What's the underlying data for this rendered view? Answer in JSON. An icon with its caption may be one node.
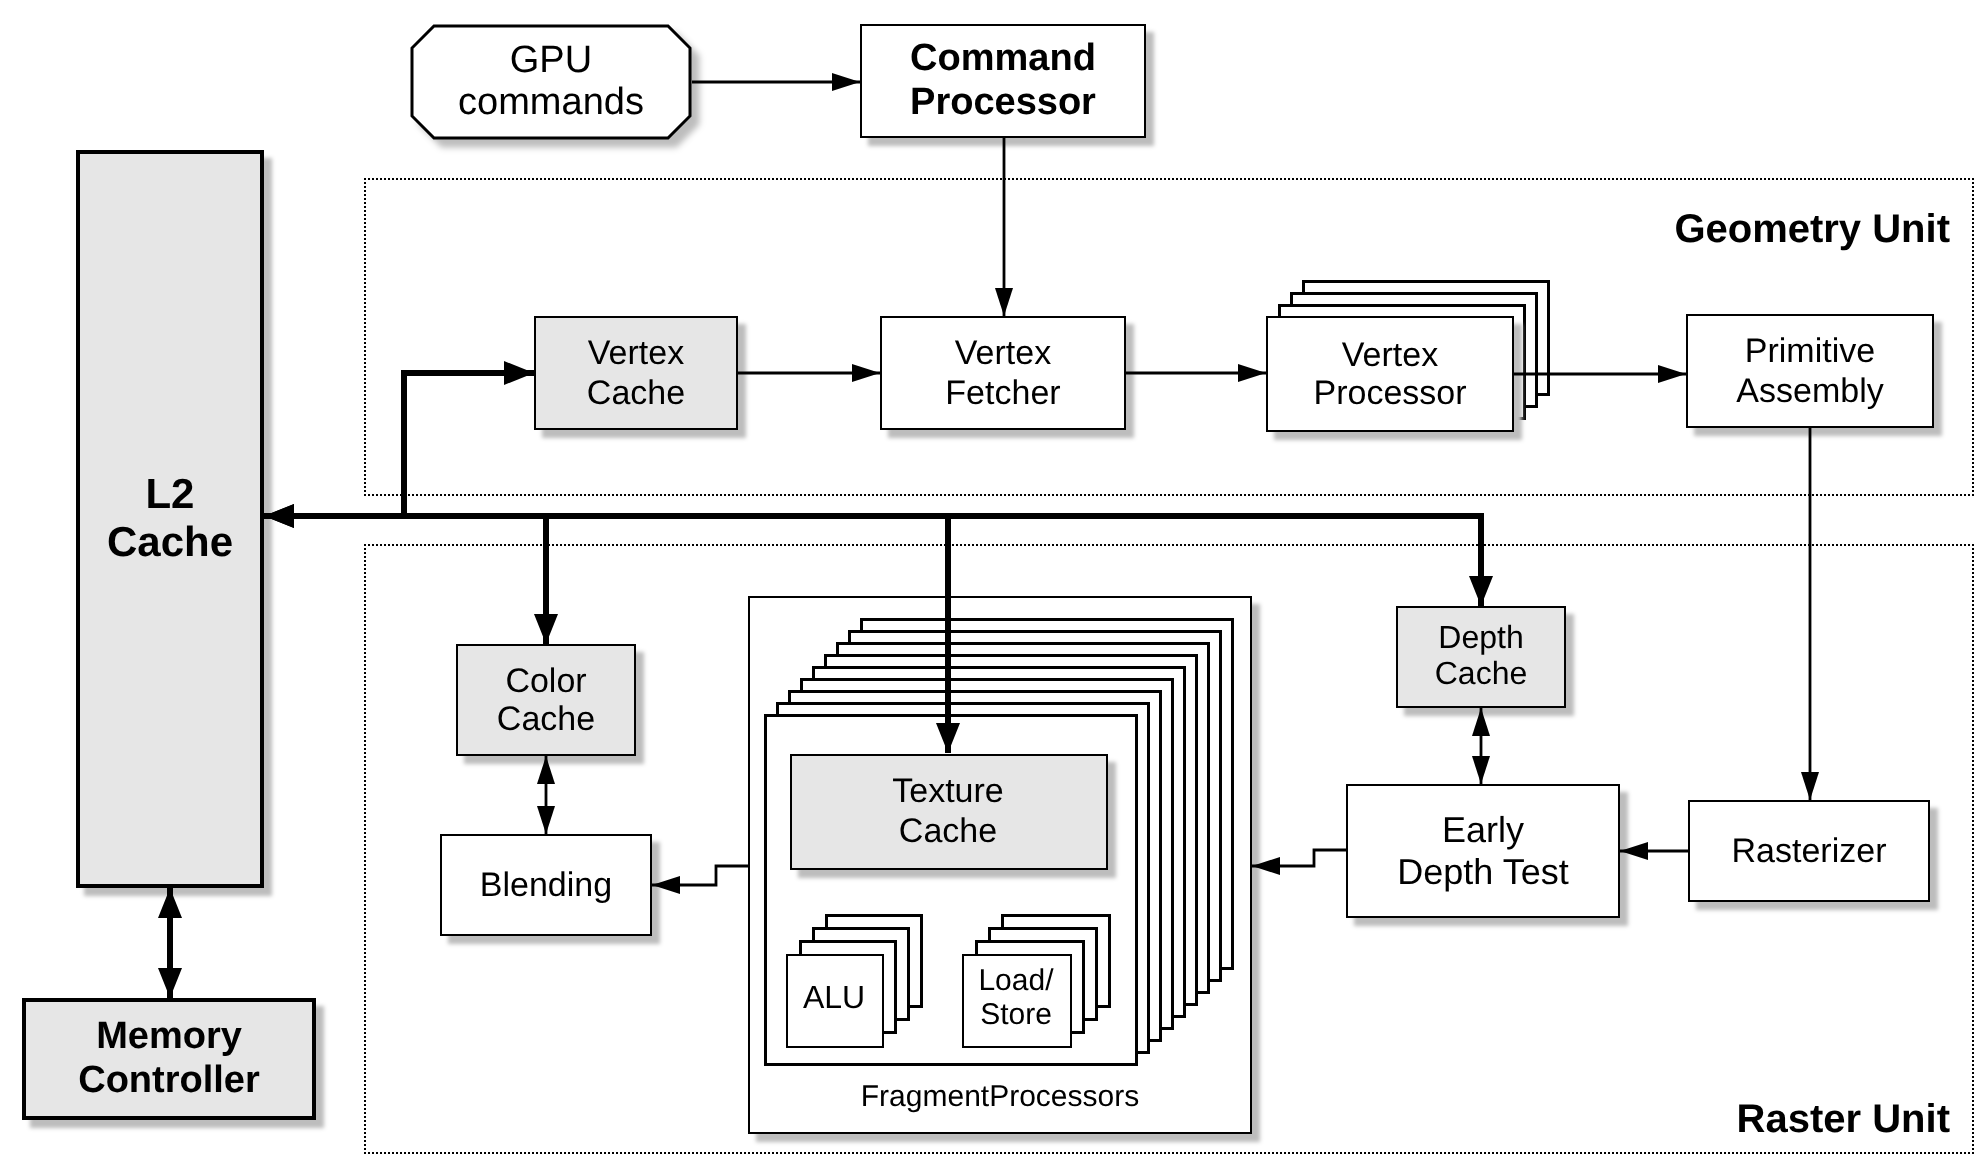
{
  "diagram": {
    "nodes": [
      {
        "text": [
          "GPU commands"
        ]
      },
      {
        "text": [
          "Command Processor"
        ]
      },
      {
        "text": [
          "Geometry Unit"
        ]
      },
      {
        "text": [
          "Vertex Cache"
        ],
        "in": 2
      },
      {
        "text": [
          "Vertex Fetcher"
        ],
        "in": 2
      },
      {
        "text": [
          "Vertex Processor"
        ],
        "in": 2
      },
      {
        "text": [
          "Primitive Assembly"
        ],
        "in": 2
      },
      {
        "text": [
          "L2 Cache"
        ]
      },
      {
        "text": [
          "Memory Controller"
        ]
      },
      {
        "text": [
          "Raster Unit"
        ]
      },
      {
        "text": [
          "Color Cache"
        ],
        "in": 9
      },
      {
        "text": [
          "Blending"
        ],
        "in": 9
      },
      {
        "text": [
          "FragmentProcessors"
        ],
        "in": 9
      },
      {
        "text": [
          "Texture Cache"
        ],
        "in": 12
      },
      {
        "text": [
          "ALU"
        ],
        "in": 12
      },
      {
        "text": [
          "Load/Store"
        ],
        "in": 12
      },
      {
        "text": [
          "Depth Cache"
        ],
        "in": 9
      },
      {
        "text": [
          "Early Depth Test"
        ],
        "in": 9
      },
      {
        "text": [
          "Rasterizer"
        ],
        "in": 9
      }
    ],
    "edges": [
      {
        "from": 0,
        "to": 1,
        "arrow": "to"
      },
      {
        "from": 1,
        "to": 4,
        "arrow": "to"
      },
      {
        "from": 3,
        "to": 4,
        "arrow": "to"
      },
      {
        "from": 4,
        "to": 5,
        "arrow": "to"
      },
      {
        "from": 5,
        "to": 6,
        "arrow": "to"
      },
      {
        "from": 6,
        "to": 18,
        "arrow": "to"
      },
      {
        "from": 18,
        "to": 17,
        "arrow": "to"
      },
      {
        "from": 17,
        "to": 12,
        "arrow": "to"
      },
      {
        "from": 12,
        "to": 11,
        "arrow": "to"
      },
      {
        "from": 10,
        "to": 11,
        "arrow": "both"
      },
      {
        "from": 16,
        "to": 17,
        "arrow": "both"
      },
      {
        "from": 7,
        "to": 8,
        "arrow": "both",
        "style": "thick"
      },
      {
        "from": 7,
        "to": 3,
        "arrow": "to",
        "style": "thick"
      },
      {
        "from": 7,
        "to": 10,
        "arrow": "both",
        "style": "thick"
      },
      {
        "from": 7,
        "to": 13,
        "arrow": "to",
        "style": "thick"
      },
      {
        "from": 7,
        "to": 16,
        "arrow": "both",
        "style": "thick"
      }
    ]
  }
}
